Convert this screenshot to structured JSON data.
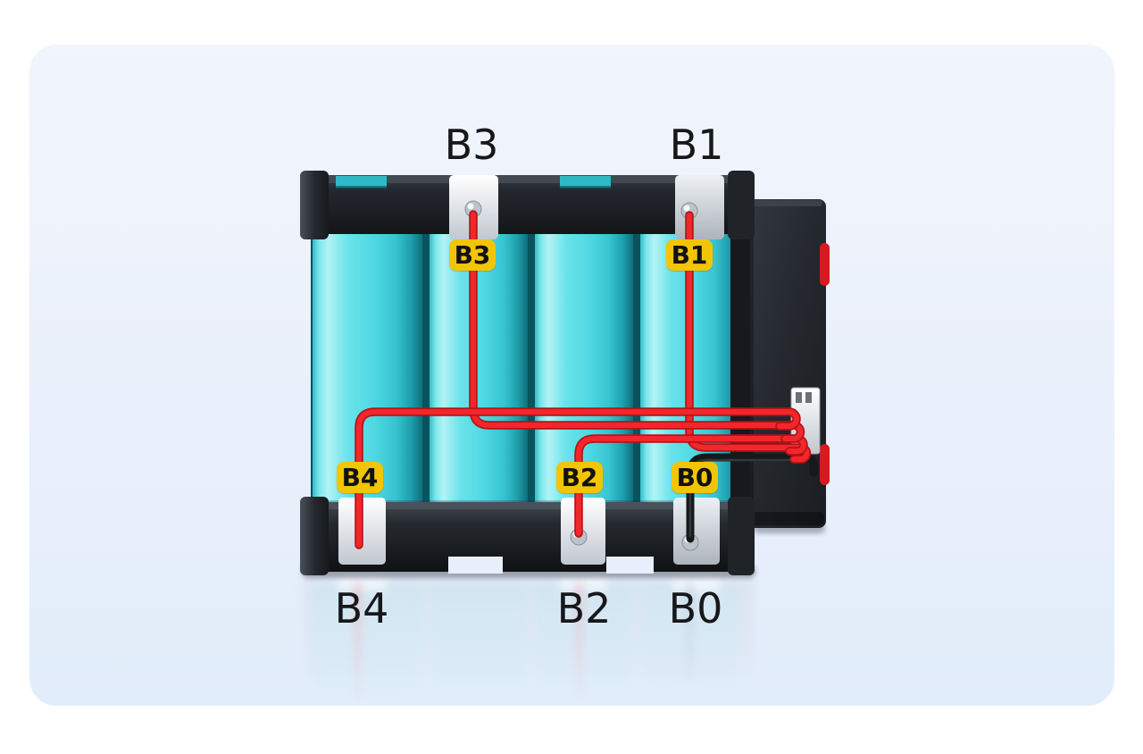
{
  "scene": {
    "name": "battery-pack-balance-lead-wiring-illustration",
    "description": "Four cyan 18650 cells in black holders, balance wires B0-B4 routed to a connector on a black BMS box",
    "colors": {
      "page_background": "#ffffff",
      "card_background_top": "#f1f5fc",
      "card_background_bottom": "#e2edfb",
      "battery_cyan": "#4fd8e2",
      "holder_black": "#1e2227",
      "wire_red": "#ef2125",
      "wire_black": "#17181a",
      "tag_yellow": "#f2c502",
      "label_text": "#17181b",
      "terminal_silver": "#d7dbe0",
      "bms_accent_red": "#d71920"
    },
    "top_terminals": [
      {
        "label": "B3",
        "tag": "B3"
      },
      {
        "label": "B1",
        "tag": "B1"
      }
    ],
    "bottom_terminals": [
      {
        "label": "B4",
        "tag": "B4"
      },
      {
        "label": "B2",
        "tag": "B2"
      },
      {
        "label": "B0",
        "tag": "B0"
      }
    ]
  }
}
